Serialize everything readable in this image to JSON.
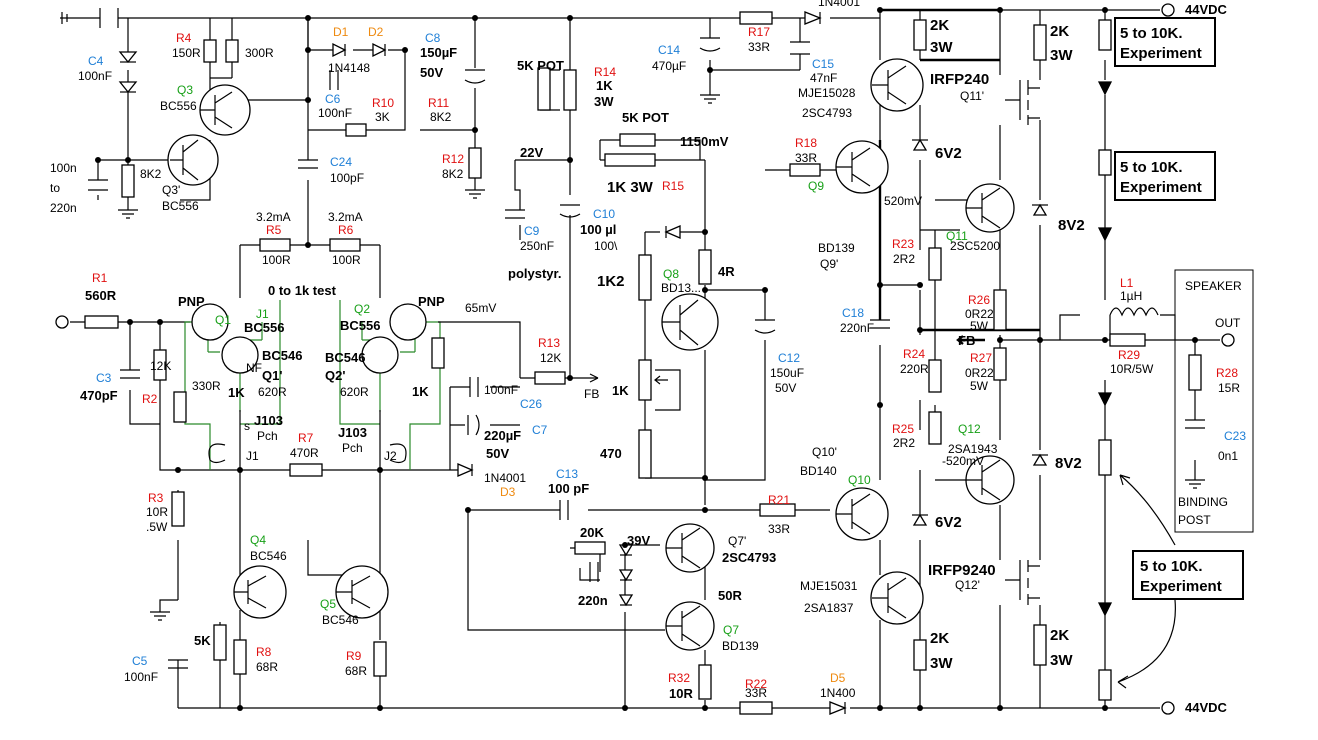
{
  "labels": [
    {
      "id": "c4n",
      "text": "C4",
      "cls": "blue"
    },
    {
      "id": "c4v",
      "text": "100nF",
      "cls": "t"
    },
    {
      "id": "r4n",
      "text": "R4",
      "cls": "red"
    },
    {
      "id": "r4v",
      "text": "150R",
      "cls": "t"
    },
    {
      "id": "r300",
      "text": "300R",
      "cls": "t"
    },
    {
      "id": "q3n",
      "text": "Q3",
      "cls": "green"
    },
    {
      "id": "q3v",
      "text": "BC556",
      "cls": "t"
    },
    {
      "id": "q3pn",
      "text": "Q3'",
      "cls": "t"
    },
    {
      "id": "q3pv",
      "text": "BC556",
      "cls": "t"
    },
    {
      "id": "c100n",
      "text": "100n",
      "cls": "t"
    },
    {
      "id": "cto",
      "text": "to",
      "cls": "t"
    },
    {
      "id": "c220n",
      "text": "220n",
      "cls": "t"
    },
    {
      "id": "r8k2a",
      "text": "8K2",
      "cls": "t"
    },
    {
      "id": "d1n",
      "text": "D1",
      "cls": "orange"
    },
    {
      "id": "d2n",
      "text": "D2",
      "cls": "orange"
    },
    {
      "id": "d1v",
      "text": "1N4148",
      "cls": "t"
    },
    {
      "id": "c8n",
      "text": "C8",
      "cls": "blue"
    },
    {
      "id": "c8v",
      "text": "150µF",
      "cls": "tb"
    },
    {
      "id": "c8v2",
      "text": "50V",
      "cls": "tb"
    },
    {
      "id": "c6n",
      "text": "C6",
      "cls": "blue"
    },
    {
      "id": "c6v",
      "text": "100nF",
      "cls": "t"
    },
    {
      "id": "r10n",
      "text": "R10",
      "cls": "red"
    },
    {
      "id": "r10v",
      "text": "3K",
      "cls": "t"
    },
    {
      "id": "r11n",
      "text": "R11",
      "cls": "red"
    },
    {
      "id": "r11v",
      "text": "8K2",
      "cls": "t"
    },
    {
      "id": "r12n",
      "text": "R12",
      "cls": "red"
    },
    {
      "id": "r12v",
      "text": "8K2",
      "cls": "t"
    },
    {
      "id": "c24n",
      "text": "C24",
      "cls": "blue"
    },
    {
      "id": "c24v",
      "text": "100pF",
      "cls": "t"
    },
    {
      "id": "i1",
      "text": "3.2mA",
      "cls": "t"
    },
    {
      "id": "i2",
      "text": "3.2mA",
      "cls": "t"
    },
    {
      "id": "r5n",
      "text": "R5",
      "cls": "red"
    },
    {
      "id": "r5v",
      "text": "100R",
      "cls": "t"
    },
    {
      "id": "r6n",
      "text": "R6",
      "cls": "red"
    },
    {
      "id": "r6v",
      "text": "100R",
      "cls": "t"
    },
    {
      "id": "r1n",
      "text": "R1",
      "cls": "red"
    },
    {
      "id": "r1v",
      "text": "560R",
      "cls": "tb"
    },
    {
      "id": "pnp1",
      "text": "PNP",
      "cls": "tb"
    },
    {
      "id": "q1n",
      "text": "Q1",
      "cls": "green"
    },
    {
      "id": "j1a",
      "text": "J1",
      "cls": "green"
    },
    {
      "id": "bc556a",
      "text": "BC556",
      "cls": "tb"
    },
    {
      "id": "test",
      "text": "0 to 1k test",
      "cls": "tb"
    },
    {
      "id": "q2n",
      "text": "Q2",
      "cls": "green"
    },
    {
      "id": "bc556b",
      "text": "BC556",
      "cls": "tb"
    },
    {
      "id": "pnp2",
      "text": "PNP",
      "cls": "tb"
    },
    {
      "id": "bc546a",
      "text": "BC546",
      "cls": "tb"
    },
    {
      "id": "nf",
      "text": "NF",
      "cls": "t"
    },
    {
      "id": "q1p",
      "text": "Q1'",
      "cls": "tb"
    },
    {
      "id": "bc546b",
      "text": "BC546",
      "cls": "tb"
    },
    {
      "id": "q2p",
      "text": "Q2'",
      "cls": "tb"
    },
    {
      "id": "r12k",
      "text": "12K",
      "cls": "t"
    },
    {
      "id": "c3n",
      "text": "C3",
      "cls": "blue"
    },
    {
      "id": "c3v",
      "text": "470pF",
      "cls": "tb"
    },
    {
      "id": "r2n",
      "text": "R2",
      "cls": "red"
    },
    {
      "id": "r330a",
      "text": "330R",
      "cls": "t"
    },
    {
      "id": "r1ka",
      "text": "1K",
      "cls": "tb"
    },
    {
      "id": "r620a",
      "text": "620R",
      "cls": "t"
    },
    {
      "id": "r620b",
      "text": "620R",
      "cls": "t"
    },
    {
      "id": "r1kb",
      "text": "1K",
      "cls": "tb"
    },
    {
      "id": "mv65",
      "text": "65mV",
      "cls": "t"
    },
    {
      "id": "j103a",
      "text": "J103",
      "cls": "tb"
    },
    {
      "id": "pcha",
      "text": "Pch",
      "cls": "t"
    },
    {
      "id": "sa",
      "text": "s",
      "cls": "t"
    },
    {
      "id": "r7n",
      "text": "R7",
      "cls": "red"
    },
    {
      "id": "r7v",
      "text": "470R",
      "cls": "t"
    },
    {
      "id": "j103b",
      "text": "J103",
      "cls": "tb"
    },
    {
      "id": "pchb",
      "text": "Pch",
      "cls": "t"
    },
    {
      "id": "j1b",
      "text": "J1",
      "cls": "t"
    },
    {
      "id": "j2b",
      "text": "J2",
      "cls": "t"
    },
    {
      "id": "c7n",
      "text": "C7",
      "cls": "blue"
    },
    {
      "id": "c7v",
      "text": "100nF",
      "cls": "t"
    },
    {
      "id": "c26n",
      "text": "C26",
      "cls": "blue"
    },
    {
      "id": "c26v",
      "text": "220µF",
      "cls": "tb"
    },
    {
      "id": "c26v2",
      "text": "50V",
      "cls": "tb"
    },
    {
      "id": "d3v",
      "text": "1N4001",
      "cls": "t"
    },
    {
      "id": "d3n",
      "text": "D3",
      "cls": "orange"
    },
    {
      "id": "r13n",
      "text": "R13",
      "cls": "red"
    },
    {
      "id": "r13v",
      "text": "12K",
      "cls": "t"
    },
    {
      "id": "fb1",
      "text": "FB",
      "cls": "t"
    },
    {
      "id": "r3n",
      "text": "R3",
      "cls": "red"
    },
    {
      "id": "r3v",
      "text": "10R",
      "cls": "t"
    },
    {
      "id": "r3w",
      "text": ".5W",
      "cls": "t"
    },
    {
      "id": "q4n",
      "text": "Q4",
      "cls": "green"
    },
    {
      "id": "q4v",
      "text": "BC546",
      "cls": "t"
    },
    {
      "id": "q5n",
      "text": "Q5",
      "cls": "green"
    },
    {
      "id": "q5v",
      "text": "BC546",
      "cls": "t"
    },
    {
      "id": "pot5k",
      "text": "5K",
      "cls": "tb"
    },
    {
      "id": "r8n",
      "text": "R8",
      "cls": "red"
    },
    {
      "id": "r8v",
      "text": "68R",
      "cls": "t"
    },
    {
      "id": "r9n",
      "text": "R9",
      "cls": "red"
    },
    {
      "id": "r9v",
      "text": "68R",
      "cls": "t"
    },
    {
      "id": "c5n",
      "text": "C5",
      "cls": "blue"
    },
    {
      "id": "c5v",
      "text": "100nF",
      "cls": "t"
    },
    {
      "id": "pot5ka",
      "text": "5K POT",
      "cls": "tb"
    },
    {
      "id": "r14n",
      "text": "R14",
      "cls": "red"
    },
    {
      "id": "r14v",
      "text": "1K",
      "cls": "tb"
    },
    {
      "id": "r14w",
      "text": "3W",
      "cls": "tb"
    },
    {
      "id": "pot5kb",
      "text": "5K POT",
      "cls": "tb"
    },
    {
      "id": "v1150",
      "text": "1150mV",
      "cls": "tb"
    },
    {
      "id": "v22",
      "text": "22V",
      "cls": "tb"
    },
    {
      "id": "r1k3w",
      "text": "1K 3W",
      "cls": "tl"
    },
    {
      "id": "r15n",
      "text": "R15",
      "cls": "red"
    },
    {
      "id": "c9n",
      "text": "C9",
      "cls": "blue"
    },
    {
      "id": "c9v",
      "text": "250nF",
      "cls": "t"
    },
    {
      "id": "c10n",
      "text": "C10",
      "cls": "blue"
    },
    {
      "id": "c10v",
      "text": "100 µl",
      "cls": "tb"
    },
    {
      "id": "c10w",
      "text": "100\\",
      "cls": "t"
    },
    {
      "id": "poly",
      "text": "polystyr.",
      "cls": "tb"
    },
    {
      "id": "r1k2",
      "text": "1K2",
      "cls": "tl"
    },
    {
      "id": "q8n",
      "text": "Q8",
      "cls": "green"
    },
    {
      "id": "q8v",
      "text": "BD13...",
      "cls": "t"
    },
    {
      "id": "r4r",
      "text": "4R",
      "cls": "tb"
    },
    {
      "id": "p1k",
      "text": "1K",
      "cls": "tb"
    },
    {
      "id": "r470",
      "text": "470",
      "cls": "tb"
    },
    {
      "id": "c12n",
      "text": "C12",
      "cls": "blue"
    },
    {
      "id": "c12v",
      "text": "150uF",
      "cls": "t"
    },
    {
      "id": "c12w",
      "text": "50V",
      "cls": "t"
    },
    {
      "id": "c14n",
      "text": "C14",
      "cls": "blue"
    },
    {
      "id": "c14v",
      "text": "470µF",
      "cls": "t"
    },
    {
      "id": "r17n",
      "text": "R17",
      "cls": "red"
    },
    {
      "id": "r17v",
      "text": "33R",
      "cls": "t"
    },
    {
      "id": "c15n",
      "text": "C15",
      "cls": "blue"
    },
    {
      "id": "c15v",
      "text": "47nF",
      "cls": "t"
    },
    {
      "id": "d4v",
      "text": "1N4001",
      "cls": "t"
    },
    {
      "id": "mje15028",
      "text": "MJE15028",
      "cls": "t"
    },
    {
      "id": "sc4793a",
      "text": "2SC4793",
      "cls": "t"
    },
    {
      "id": "r18n",
      "text": "R18",
      "cls": "red"
    },
    {
      "id": "r18v",
      "text": "33R",
      "cls": "t"
    },
    {
      "id": "q9n",
      "text": "Q9",
      "cls": "green"
    },
    {
      "id": "bd139a",
      "text": "BD139",
      "cls": "t"
    },
    {
      "id": "q9p",
      "text": "Q9'",
      "cls": "t"
    },
    {
      "id": "r23n",
      "text": "R23",
      "cls": "red"
    },
    {
      "id": "r23v",
      "text": "2R2",
      "cls": "t"
    },
    {
      "id": "c18n",
      "text": "C18",
      "cls": "blue"
    },
    {
      "id": "c18v",
      "text": "220nF",
      "cls": "t"
    },
    {
      "id": "r24n",
      "text": "R24",
      "cls": "red"
    },
    {
      "id": "r24v",
      "text": "220R",
      "cls": "t"
    },
    {
      "id": "r25n",
      "text": "R25",
      "cls": "red"
    },
    {
      "id": "r25v",
      "text": "2R2",
      "cls": "t"
    },
    {
      "id": "q10p",
      "text": "Q10'",
      "cls": "t"
    },
    {
      "id": "bd140",
      "text": "BD140",
      "cls": "t"
    },
    {
      "id": "q10n",
      "text": "Q10",
      "cls": "green"
    },
    {
      "id": "c13n",
      "text": "C13",
      "cls": "blue"
    },
    {
      "id": "c13v",
      "text": "100 pF",
      "cls": "tb"
    },
    {
      "id": "r21n",
      "text": "R21",
      "cls": "red"
    },
    {
      "id": "r21v",
      "text": "33R",
      "cls": "t"
    },
    {
      "id": "pot20k",
      "text": "20K",
      "cls": "tb"
    },
    {
      "id": "v39",
      "text": "39V",
      "cls": "tb"
    },
    {
      "id": "q7pn",
      "text": "Q7'",
      "cls": "t"
    },
    {
      "id": "sc4793b",
      "text": "2SC4793",
      "cls": "tb"
    },
    {
      "id": "c220n2",
      "text": "220n",
      "cls": "tb"
    },
    {
      "id": "r50r",
      "text": "50R",
      "cls": "tb"
    },
    {
      "id": "q7n",
      "text": "Q7",
      "cls": "green"
    },
    {
      "id": "bd139b",
      "text": "BD139",
      "cls": "t"
    },
    {
      "id": "r32n",
      "text": "R32",
      "cls": "red"
    },
    {
      "id": "r32v",
      "text": "10R",
      "cls": "tb"
    },
    {
      "id": "r22n",
      "text": "R22",
      "cls": "red"
    },
    {
      "id": "r22v",
      "text": "33R",
      "cls": "t"
    },
    {
      "id": "d5n",
      "text": "D5",
      "cls": "orange"
    },
    {
      "id": "d5v",
      "text": "1N400",
      "cls": "t"
    },
    {
      "id": "mje15031",
      "text": "MJE15031",
      "cls": "t"
    },
    {
      "id": "sa1837",
      "text": "2SA1837",
      "cls": "t"
    },
    {
      "id": "k2a",
      "text": "2K",
      "cls": "tl"
    },
    {
      "id": "w3a",
      "text": "3W",
      "cls": "tl"
    },
    {
      "id": "irfp240",
      "text": "IRFP240",
      "cls": "tl"
    },
    {
      "id": "q11p",
      "text": "Q11'",
      "cls": "t"
    },
    {
      "id": "z6v2a",
      "text": "6V2",
      "cls": "tl"
    },
    {
      "id": "mv520a",
      "text": "520mV",
      "cls": "t"
    },
    {
      "id": "q11n",
      "text": "Q11",
      "cls": "green"
    },
    {
      "id": "sc5200",
      "text": "2SC5200",
      "cls": "t"
    },
    {
      "id": "r26n",
      "text": "R26",
      "cls": "red"
    },
    {
      "id": "r26v",
      "text": "0R22",
      "cls": "t"
    },
    {
      "id": "r26w",
      "text": "5W",
      "cls": "t"
    },
    {
      "id": "fb2",
      "text": "FB",
      "cls": "tb"
    },
    {
      "id": "r27n",
      "text": "R27",
      "cls": "red"
    },
    {
      "id": "r27v",
      "text": "0R22",
      "cls": "t"
    },
    {
      "id": "r27w",
      "text": "5W",
      "cls": "t"
    },
    {
      "id": "q12n",
      "text": "Q12",
      "cls": "green"
    },
    {
      "id": "sa1943",
      "text": "2SA1943",
      "cls": "t"
    },
    {
      "id": "mv520b",
      "text": "-520mV",
      "cls": "t"
    },
    {
      "id": "z6v2b",
      "text": "6V2",
      "cls": "tl"
    },
    {
      "id": "irfp9240",
      "text": "IRFP9240",
      "cls": "tl"
    },
    {
      "id": "q12p",
      "text": "Q12'",
      "cls": "t"
    },
    {
      "id": "k2b",
      "text": "2K",
      "cls": "tl"
    },
    {
      "id": "w3b",
      "text": "3W",
      "cls": "tl"
    },
    {
      "id": "k2c",
      "text": "2K",
      "cls": "tl"
    },
    {
      "id": "w3c",
      "text": "3W",
      "cls": "tl"
    },
    {
      "id": "k2d",
      "text": "2K",
      "cls": "tl"
    },
    {
      "id": "w3d",
      "text": "3W",
      "cls": "tl"
    },
    {
      "id": "z8v2a",
      "text": "8V2",
      "cls": "tl"
    },
    {
      "id": "z8v2b",
      "text": "8V2",
      "cls": "tl"
    },
    {
      "id": "v44p",
      "text": "44VDC",
      "cls": "tb"
    },
    {
      "id": "v44n",
      "text": "44VDC",
      "cls": "tb"
    },
    {
      "id": "l1n",
      "text": "L1",
      "cls": "red"
    },
    {
      "id": "l1v",
      "text": "1µH",
      "cls": "t"
    },
    {
      "id": "r29n",
      "text": "R29",
      "cls": "red"
    },
    {
      "id": "r29v",
      "text": "10R/5W",
      "cls": "t"
    },
    {
      "id": "spk",
      "text": "SPEAKER",
      "cls": "t"
    },
    {
      "id": "out",
      "text": "OUT",
      "cls": "t"
    },
    {
      "id": "r28n",
      "text": "R28",
      "cls": "red"
    },
    {
      "id": "r28v",
      "text": "15R",
      "cls": "t"
    },
    {
      "id": "c23n",
      "text": "C23",
      "cls": "blue"
    },
    {
      "id": "c23v",
      "text": "0n1",
      "cls": "t"
    },
    {
      "id": "bind1",
      "text": "BINDING",
      "cls": "t"
    },
    {
      "id": "bind2",
      "text": "POST",
      "cls": "t"
    }
  ],
  "boxes": [
    {
      "id": "exp1",
      "line1": "5 to 10K.",
      "line2": "Experiment"
    },
    {
      "id": "exp2",
      "line1": "5 to 10K.",
      "line2": "Experiment"
    },
    {
      "id": "exp3",
      "line1": "5 to 10K.",
      "line2": "Experiment"
    }
  ]
}
